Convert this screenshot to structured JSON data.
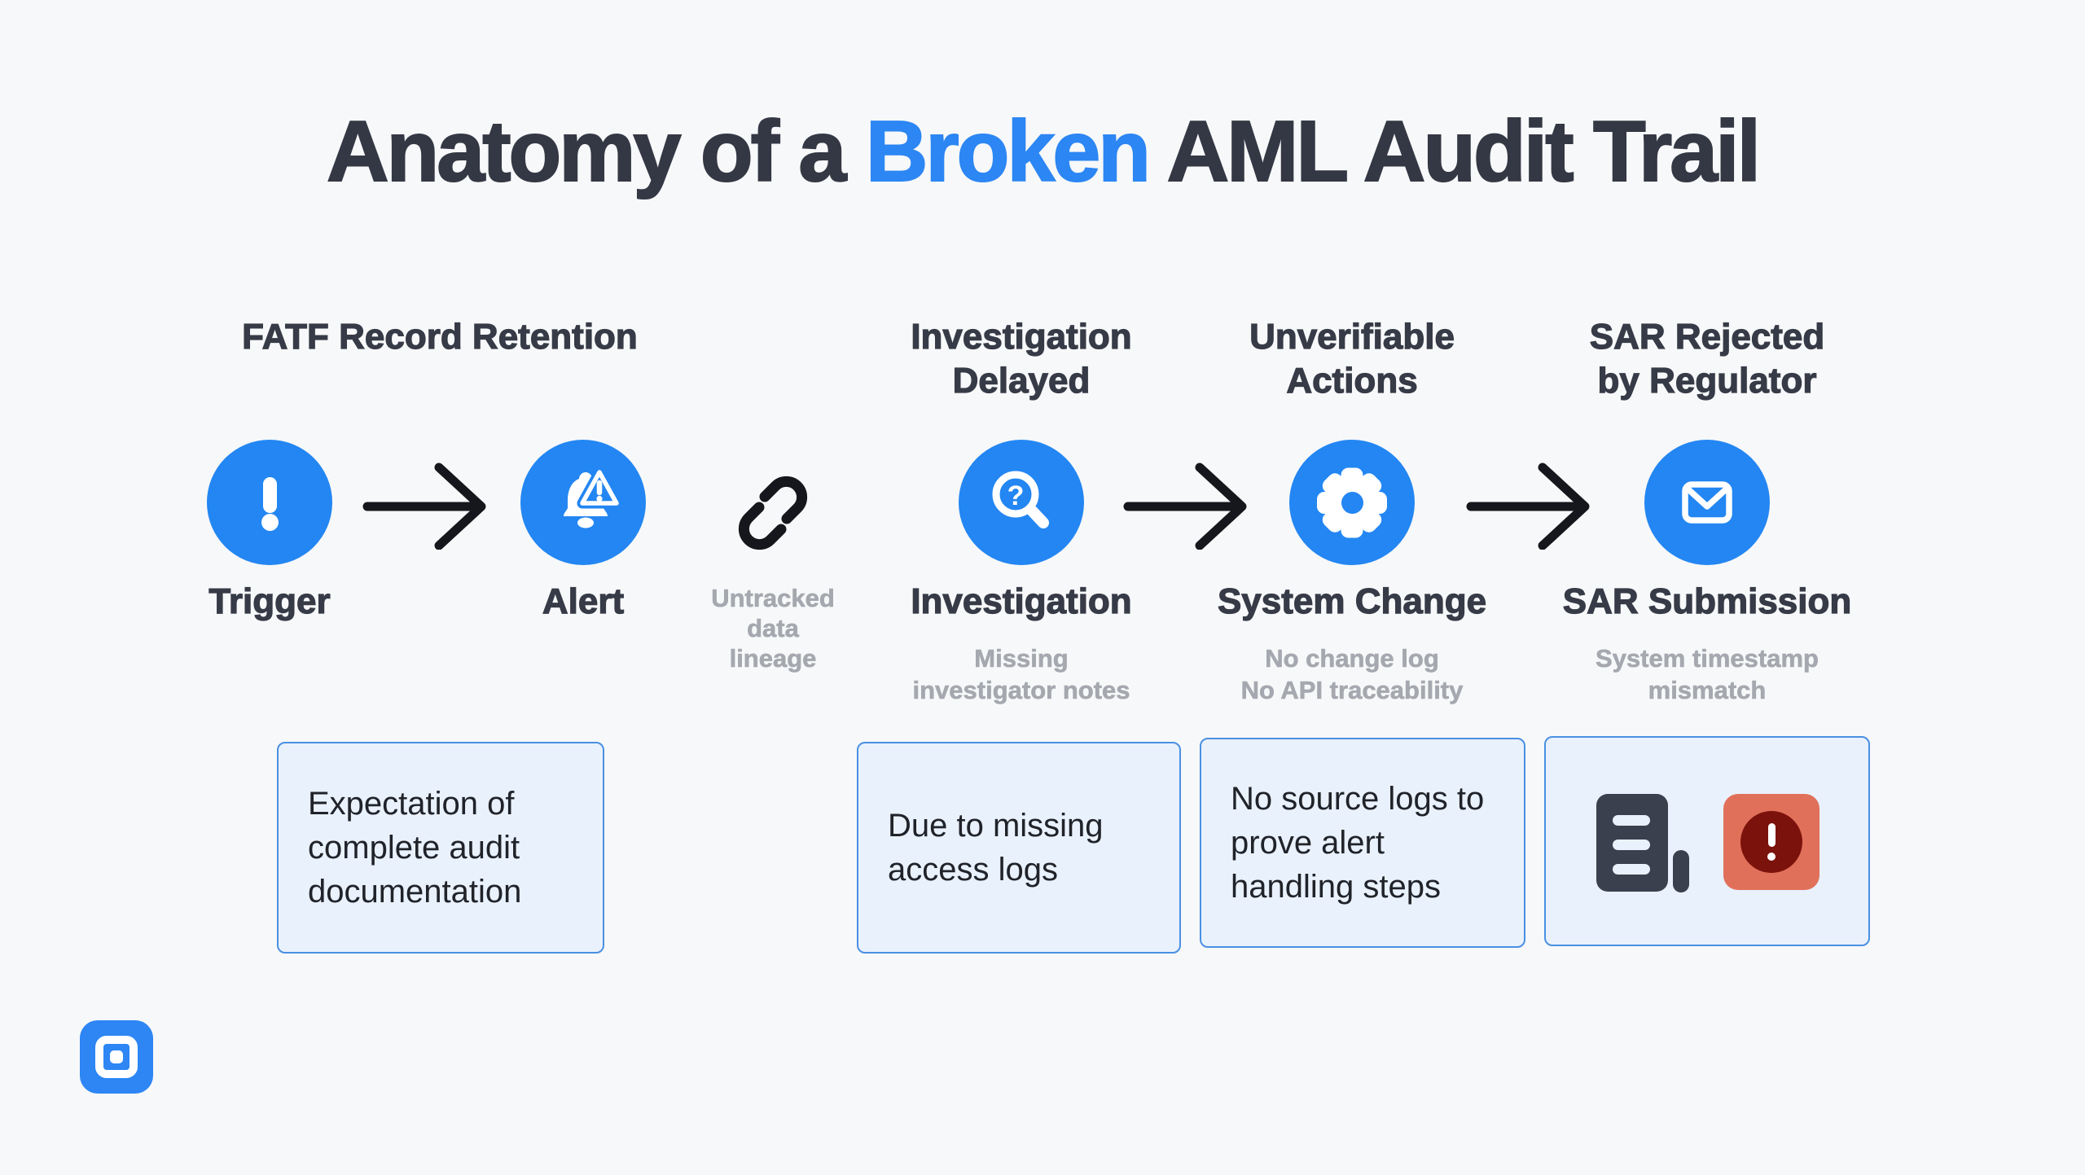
{
  "title": {
    "prefix": "Anatomy of a ",
    "highlight": "Broken",
    "suffix": " AML Audit Trail"
  },
  "colors": {
    "background": "#F7F8F9",
    "dark_text": "#343844",
    "accent_blue": "#2C86F3",
    "circle_blue": "#2386F2",
    "muted_gray": "#A5A8AF",
    "callout_fill": "#E9F1FC",
    "callout_border": "#4A90E2",
    "arrow_black": "#15171C",
    "error_red": "#E1705A",
    "error_dark_red": "#7C120C",
    "doc_dark": "#3A404D"
  },
  "group_headers": [
    "FATF Record Retention",
    "Investigation\nDelayed",
    "Unverifiable\nActions",
    "SAR Rejected\nby Regulator"
  ],
  "steps": [
    {
      "label": "Trigger",
      "icon": "exclamation-icon"
    },
    {
      "label": "Alert",
      "icon": "bell-warning-icon"
    },
    {
      "label": "Investigation",
      "icon": "search-question-icon",
      "note": "Missing\ninvestigator notes"
    },
    {
      "label": "System Change",
      "icon": "gear-icon",
      "note": "No change log\nNo API traceability"
    },
    {
      "label": "SAR Submission",
      "icon": "envelope-icon",
      "note": "System timestamp\nmismatch"
    }
  ],
  "connector": {
    "icon": "broken-link-icon",
    "note": "Untracked\ndata\nlineage"
  },
  "callouts": [
    {
      "text": "Expectation of complete audit documentation"
    },
    {
      "text": "Due to missing access logs"
    },
    {
      "text": "No source logs to prove alert handling steps"
    },
    {
      "icons": [
        "audit-log-icon",
        "error-alert-icon"
      ]
    }
  ],
  "footer": {
    "logo": "square-logo"
  }
}
